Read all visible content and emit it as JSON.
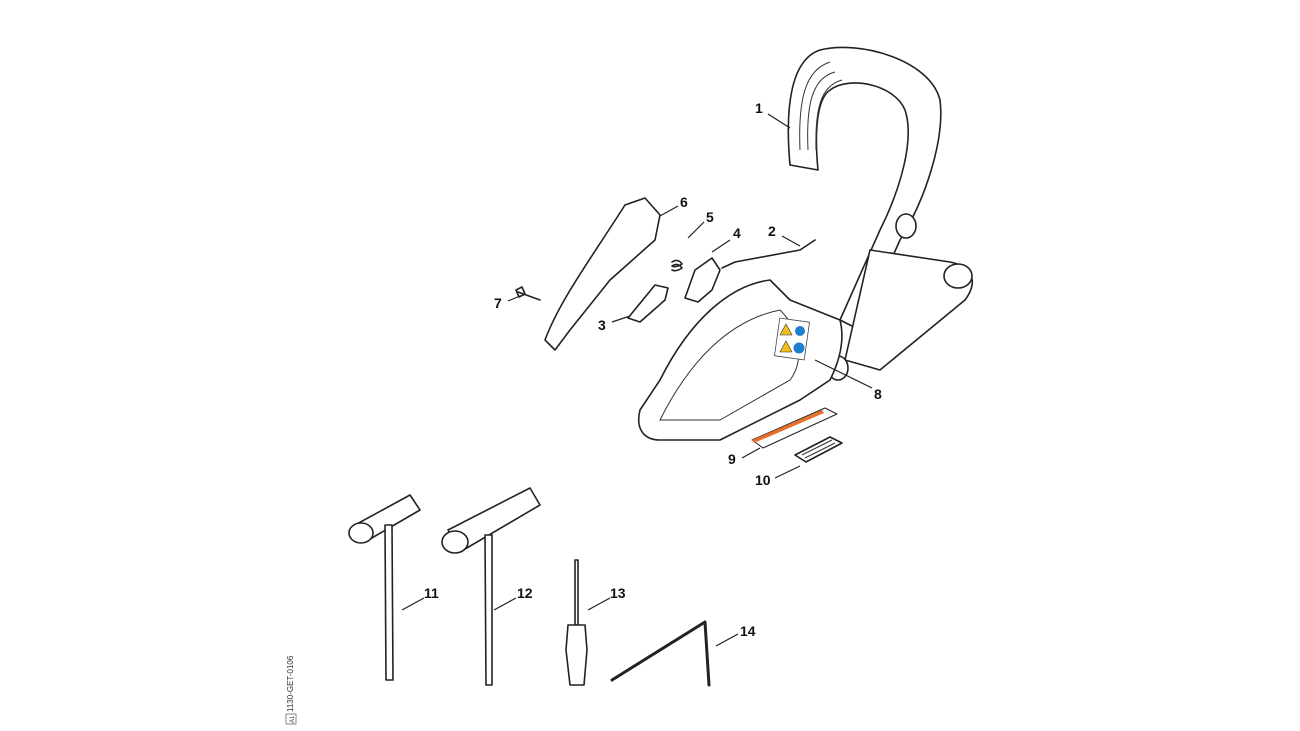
{
  "diagram": {
    "drawing_code": "1130-GET-0106",
    "sheet_mark": "A1",
    "callouts": [
      "1",
      "2",
      "3",
      "4",
      "5",
      "6",
      "7",
      "8",
      "9",
      "10",
      "11",
      "12",
      "13",
      "14"
    ],
    "colors": {
      "label_orange": "#e8702a",
      "sticker_blue": "#1e7fd0",
      "warning_yellow": "#f2c01b"
    }
  }
}
